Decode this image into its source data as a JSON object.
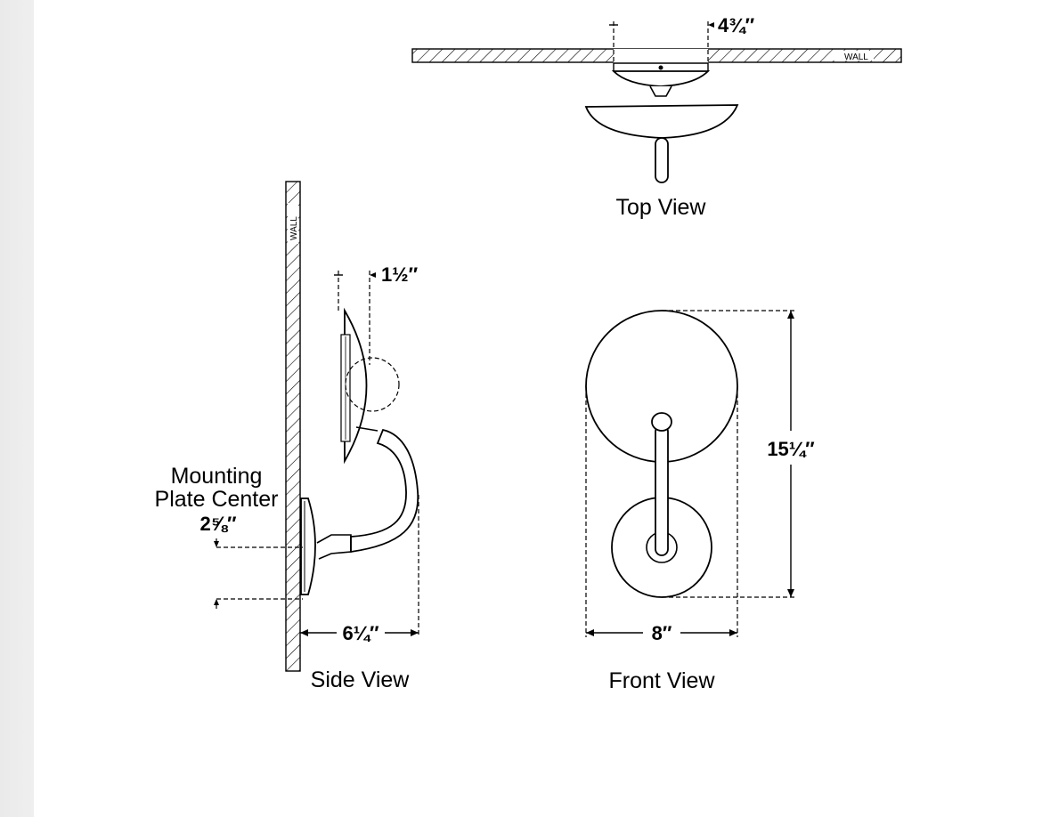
{
  "views": {
    "top": {
      "caption": "Top View",
      "depth_dim": "4¾″",
      "wall_label": "WALL"
    },
    "side": {
      "caption": "Side View",
      "wall_label": "WALL",
      "shade_depth_dim": "1½″",
      "extension_dim": "6¼″",
      "mounting_label_line1": "Mounting",
      "mounting_label_line2": "Plate Center",
      "mounting_dim": "2⅝″"
    },
    "front": {
      "caption": "Front View",
      "width_dim": "8″",
      "height_dim": "15¼″"
    }
  },
  "colors": {
    "line": "#000000",
    "background": "#ffffff",
    "side_strip": "#ececec"
  }
}
